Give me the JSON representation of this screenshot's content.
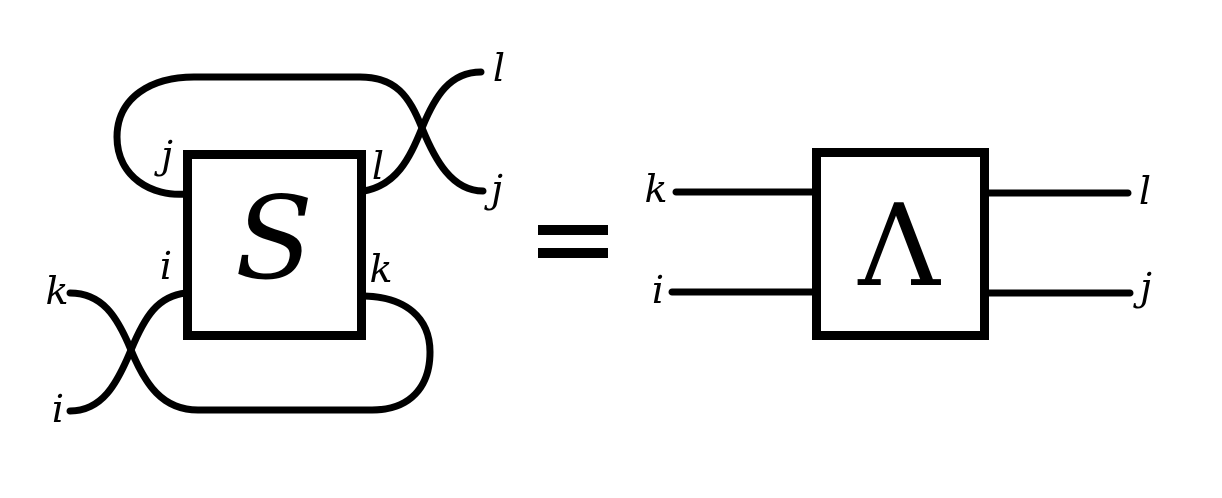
{
  "colors": {
    "ink": "#000000",
    "background": "#ffffff"
  },
  "lhs": {
    "tensor_label": "S",
    "port_labels": {
      "top_left": "j",
      "top_right": "l",
      "bottom_left": "i",
      "bottom_right": "k"
    },
    "external_labels": {
      "right_upper": "l",
      "right_lower": "j",
      "left_upper": "k",
      "left_lower": "i"
    }
  },
  "relation": {
    "symbol": "="
  },
  "rhs": {
    "tensor_label": "Λ",
    "wire_labels": {
      "left_top": "k",
      "left_bottom": "i",
      "right_top": "l",
      "right_bottom": "j"
    }
  }
}
